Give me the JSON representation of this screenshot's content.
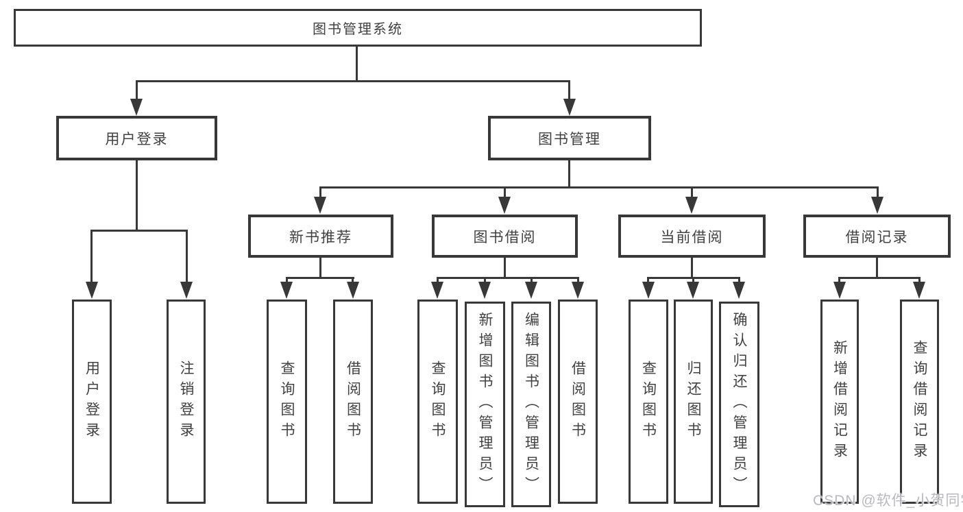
{
  "diagram_type": "functional-decomposition-tree",
  "colors": {
    "line": "#383838",
    "box_border": "#383838",
    "text": "#414141",
    "watermark_text": "#b9b9bd",
    "background": "#ffffff"
  },
  "icons": {
    "arrowhead": "triangle-down"
  },
  "watermark": "CSDN @软件_小贺同学",
  "tree": {
    "label": "图书管理系统",
    "children": [
      {
        "label": "用户登录",
        "children": [
          {
            "label": "用户登录"
          },
          {
            "label": "注销登录"
          }
        ]
      },
      {
        "label": "图书管理",
        "children": [
          {
            "label": "新书推荐",
            "children": [
              {
                "label": "查询图书"
              },
              {
                "label": "借阅图书"
              }
            ]
          },
          {
            "label": "图书借阅",
            "children": [
              {
                "label": "查询图书"
              },
              {
                "label": "新增图书（管理员）"
              },
              {
                "label": "编辑图书（管理员）"
              },
              {
                "label": "借阅图书"
              }
            ]
          },
          {
            "label": "当前借阅",
            "children": [
              {
                "label": "查询图书"
              },
              {
                "label": "归还图书"
              },
              {
                "label": "确认归还（管理员）"
              }
            ]
          },
          {
            "label": "借阅记录",
            "children": [
              {
                "label": "新增借阅记录"
              },
              {
                "label": "查询借阅记录"
              }
            ]
          }
        ]
      }
    ]
  }
}
